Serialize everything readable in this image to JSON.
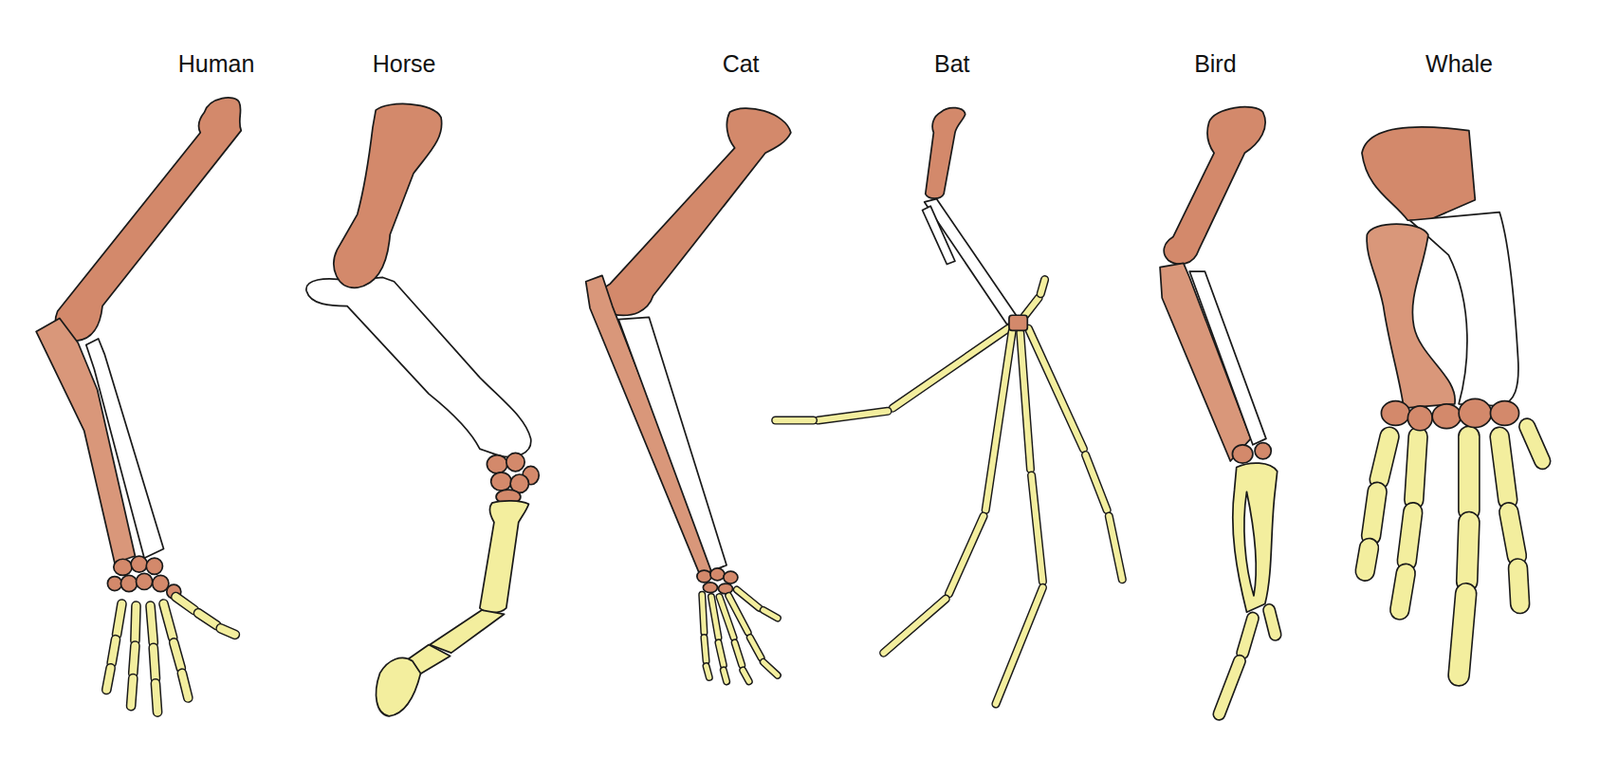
{
  "diagram": {
    "labels": [
      "Human",
      "Horse",
      "Cat",
      "Bat",
      "Bird",
      "Whale"
    ]
  }
}
